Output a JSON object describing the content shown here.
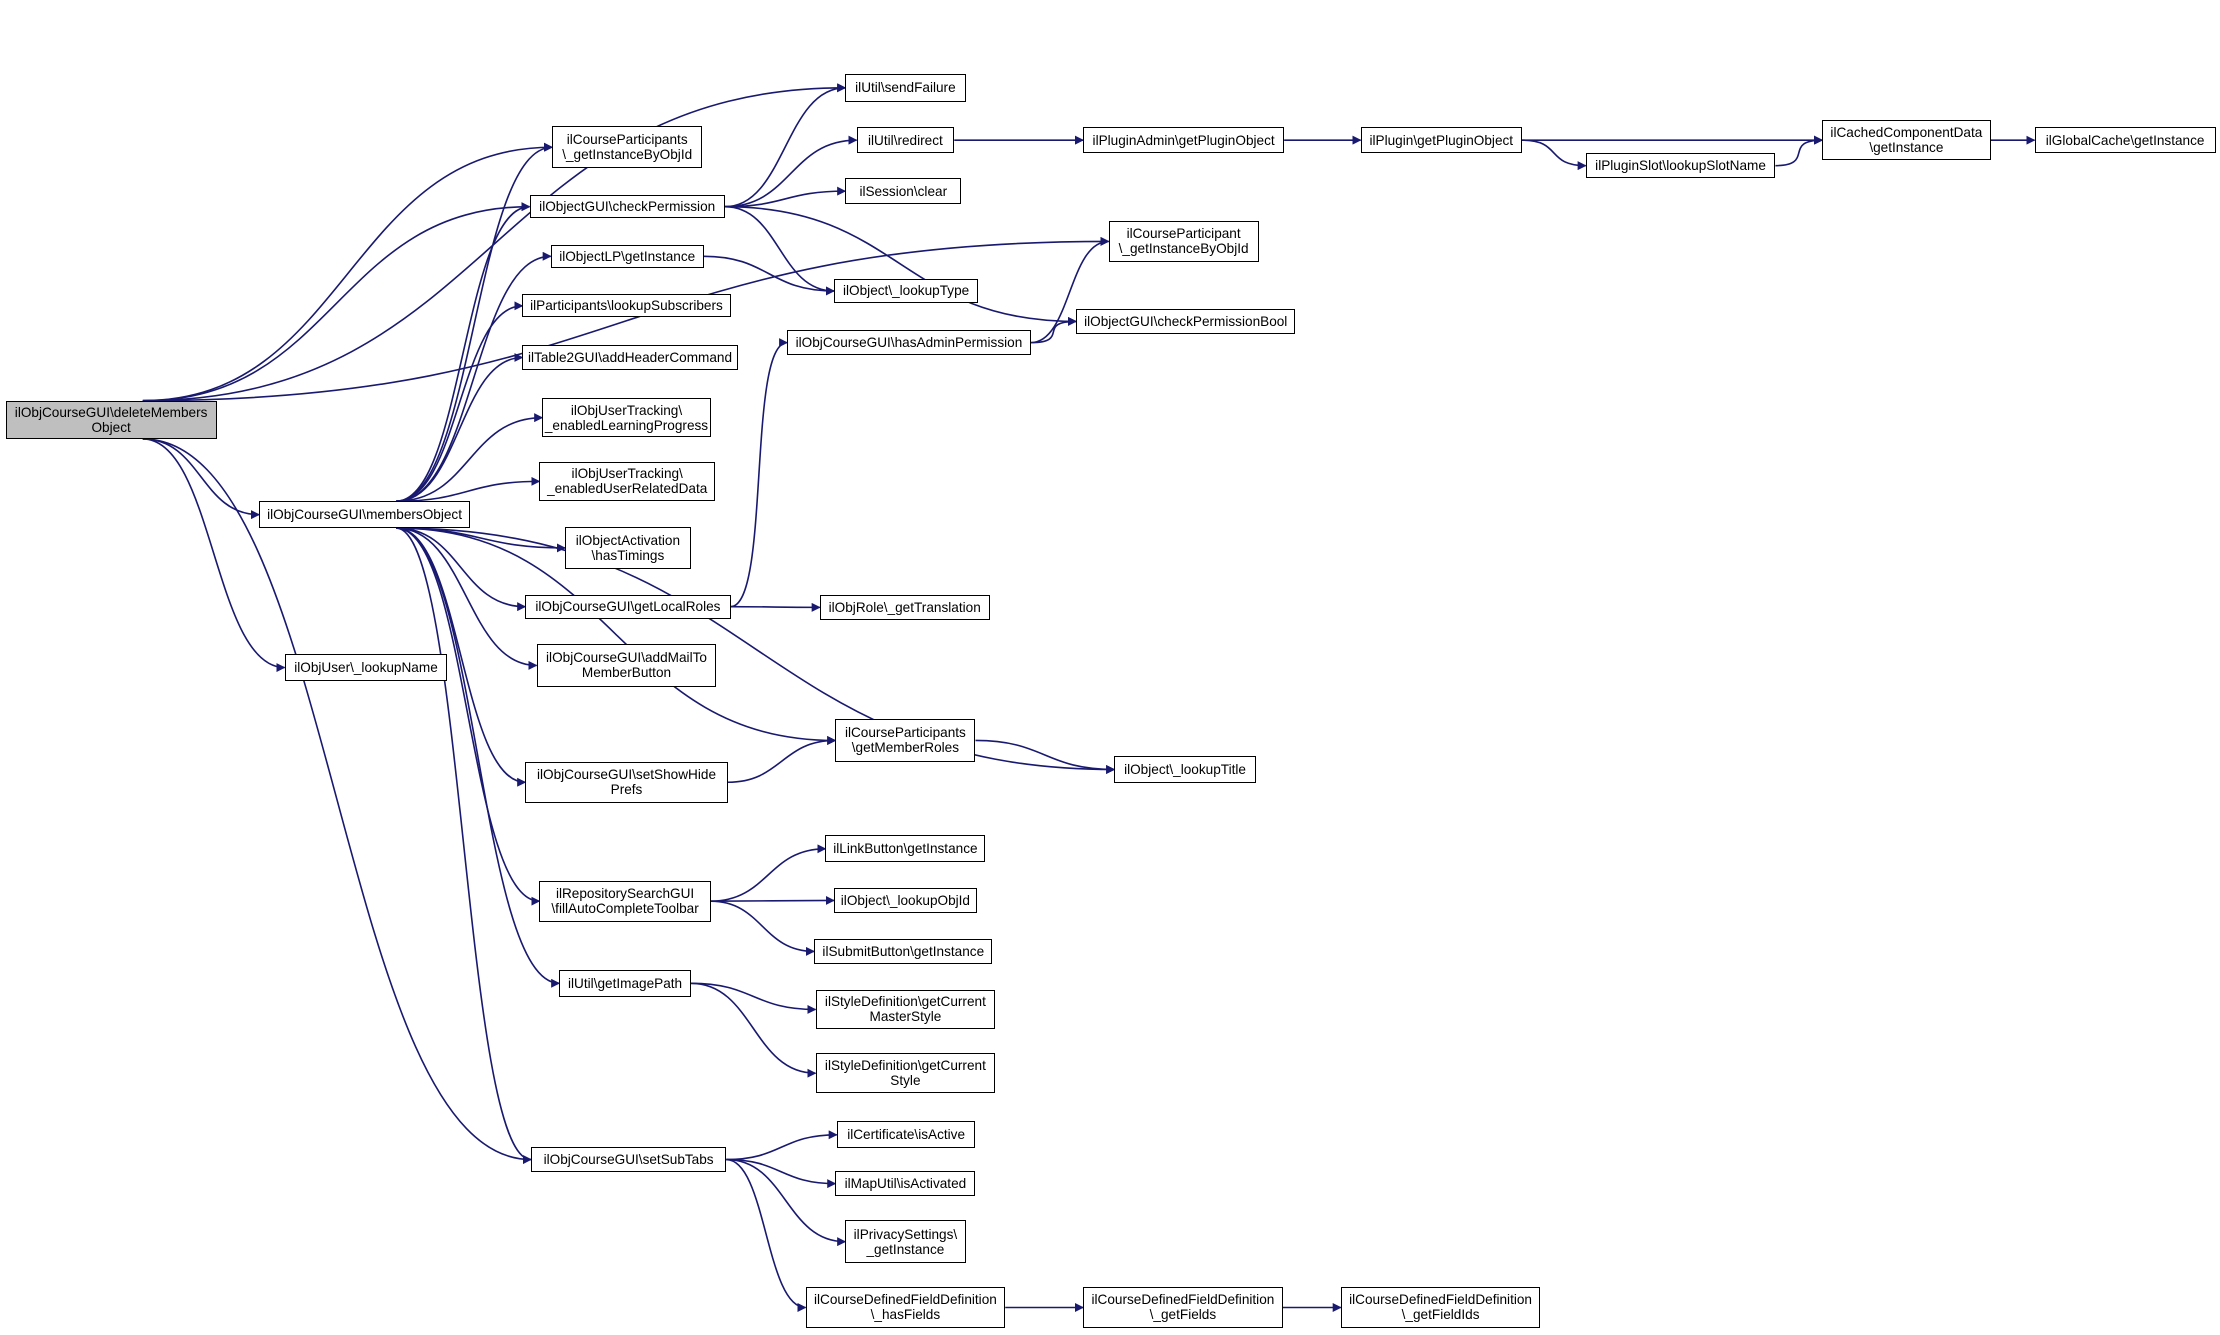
{
  "colors": {
    "edge": "#191970",
    "node_border": "#000000",
    "node_fill": "#ffffff",
    "root_fill": "#bfbfbf"
  },
  "nodes": {
    "root": [
      "ilObjCourseGUI\\deleteMembers",
      "Object"
    ],
    "sendFailure": [
      "ilUtil\\sendFailure"
    ],
    "cp_getInstance": [
      "ilCourseParticipants",
      "\\_getInstanceByObjId"
    ],
    "checkPermission": [
      "ilObjectGUI\\checkPermission"
    ],
    "lp_getInstance": [
      "ilObjectLP\\getInstance"
    ],
    "lookupSubscribers": [
      "ilParticipants\\lookupSubscribers"
    ],
    "addHeaderCommand": [
      "ilTable2GUI\\addHeaderCommand"
    ],
    "enabledLP": [
      "ilObjUserTracking\\",
      "_enabledLearningProgress"
    ],
    "enabledURD": [
      "ilObjUserTracking\\",
      "_enabledUserRelatedData"
    ],
    "hasTimings": [
      "ilObjectActivation",
      "\\hasTimings"
    ],
    "membersObject": [
      "ilObjCourseGUI\\membersObject"
    ],
    "getLocalRoles": [
      "ilObjCourseGUI\\getLocalRoles"
    ],
    "addMailTo": [
      "ilObjCourseGUI\\addMailTo",
      "MemberButton"
    ],
    "lookupName": [
      "ilObjUser\\_lookupName"
    ],
    "setShowHide": [
      "ilObjCourseGUI\\setShowHide",
      "Prefs"
    ],
    "fillAuto": [
      "ilRepositorySearchGUI",
      "\\fillAutoCompleteToolbar"
    ],
    "getImagePath": [
      "ilUtil\\getImagePath"
    ],
    "setSubTabs": [
      "ilObjCourseGUI\\setSubTabs"
    ],
    "redirect": [
      "ilUtil\\redirect"
    ],
    "sessionClear": [
      "ilSession\\clear"
    ],
    "lookupType": [
      "ilObject\\_lookupType"
    ],
    "hasAdminPerm": [
      "ilObjCourseGUI\\hasAdminPermission"
    ],
    "getTranslation": [
      "ilObjRole\\_getTranslation"
    ],
    "getMemberRoles": [
      "ilCourseParticipants",
      "\\getMemberRoles"
    ],
    "linkButton": [
      "ilLinkButton\\getInstance"
    ],
    "lookupObjId": [
      "ilObject\\_lookupObjId"
    ],
    "submitButton": [
      "ilSubmitButton\\getInstance"
    ],
    "masterStyle": [
      "ilStyleDefinition\\getCurrent",
      "MasterStyle"
    ],
    "currentStyle": [
      "ilStyleDefinition\\getCurrent",
      "Style"
    ],
    "certActive": [
      "ilCertificate\\isActive"
    ],
    "mapActivated": [
      "ilMapUtil\\isActivated"
    ],
    "privacy": [
      "ilPrivacySettings\\",
      "_getInstance"
    ],
    "hasFields": [
      "ilCourseDefinedFieldDefinition",
      "\\_hasFields"
    ],
    "pluginAdmin": [
      "ilPluginAdmin\\getPluginObject"
    ],
    "cpart_getInstance": [
      "ilCourseParticipant",
      "\\_getInstanceByObjId"
    ],
    "checkPermBool": [
      "ilObjectGUI\\checkPermissionBool"
    ],
    "lookupTitle": [
      "ilObject\\_lookupTitle"
    ],
    "getFields": [
      "ilCourseDefinedFieldDefinition",
      "\\_getFields"
    ],
    "plugin": [
      "ilPlugin\\getPluginObject"
    ],
    "lookupSlotName": [
      "ilPluginSlot\\lookupSlotName"
    ],
    "getFieldIds": [
      "ilCourseDefinedFieldDefinition",
      "\\_getFieldIds"
    ],
    "cachedComp": [
      "ilCachedComponentData",
      "\\getInstance"
    ],
    "globalCache": [
      "ilGlobalCache\\getInstance"
    ]
  },
  "edges": [
    [
      "root",
      "sendFailure"
    ],
    [
      "root",
      "cp_getInstance"
    ],
    [
      "root",
      "checkPermission"
    ],
    [
      "root",
      "cpart_getInstance"
    ],
    [
      "root",
      "membersObject"
    ],
    [
      "root",
      "lookupName"
    ],
    [
      "root",
      "setSubTabs"
    ],
    [
      "membersObject",
      "cp_getInstance"
    ],
    [
      "membersObject",
      "checkPermission"
    ],
    [
      "membersObject",
      "lp_getInstance"
    ],
    [
      "membersObject",
      "lookupSubscribers"
    ],
    [
      "membersObject",
      "addHeaderCommand"
    ],
    [
      "membersObject",
      "enabledLP"
    ],
    [
      "membersObject",
      "enabledURD"
    ],
    [
      "membersObject",
      "hasTimings"
    ],
    [
      "membersObject",
      "getLocalRoles"
    ],
    [
      "membersObject",
      "addMailTo"
    ],
    [
      "membersObject",
      "getMemberRoles"
    ],
    [
      "membersObject",
      "setShowHide"
    ],
    [
      "membersObject",
      "lookupTitle"
    ],
    [
      "membersObject",
      "fillAuto"
    ],
    [
      "membersObject",
      "getImagePath"
    ],
    [
      "membersObject",
      "setSubTabs"
    ],
    [
      "checkPermission",
      "sendFailure"
    ],
    [
      "checkPermission",
      "redirect"
    ],
    [
      "checkPermission",
      "sessionClear"
    ],
    [
      "checkPermission",
      "lookupType"
    ],
    [
      "checkPermission",
      "checkPermBool"
    ],
    [
      "lp_getInstance",
      "lookupType"
    ],
    [
      "getLocalRoles",
      "hasAdminPerm"
    ],
    [
      "getLocalRoles",
      "getTranslation"
    ],
    [
      "hasAdminPerm",
      "cpart_getInstance"
    ],
    [
      "hasAdminPerm",
      "checkPermBool"
    ],
    [
      "setShowHide",
      "getMemberRoles"
    ],
    [
      "getMemberRoles",
      "lookupTitle"
    ],
    [
      "fillAuto",
      "linkButton"
    ],
    [
      "fillAuto",
      "lookupObjId"
    ],
    [
      "fillAuto",
      "submitButton"
    ],
    [
      "getImagePath",
      "masterStyle"
    ],
    [
      "getImagePath",
      "currentStyle"
    ],
    [
      "setSubTabs",
      "certActive"
    ],
    [
      "setSubTabs",
      "mapActivated"
    ],
    [
      "setSubTabs",
      "privacy"
    ],
    [
      "setSubTabs",
      "hasFields"
    ],
    [
      "hasFields",
      "getFields"
    ],
    [
      "getFields",
      "getFieldIds"
    ],
    [
      "redirect",
      "pluginAdmin"
    ],
    [
      "pluginAdmin",
      "plugin"
    ],
    [
      "plugin",
      "cachedComp"
    ],
    [
      "plugin",
      "lookupSlotName"
    ],
    [
      "lookupSlotName",
      "cachedComp"
    ],
    [
      "cachedComp",
      "globalCache"
    ]
  ]
}
